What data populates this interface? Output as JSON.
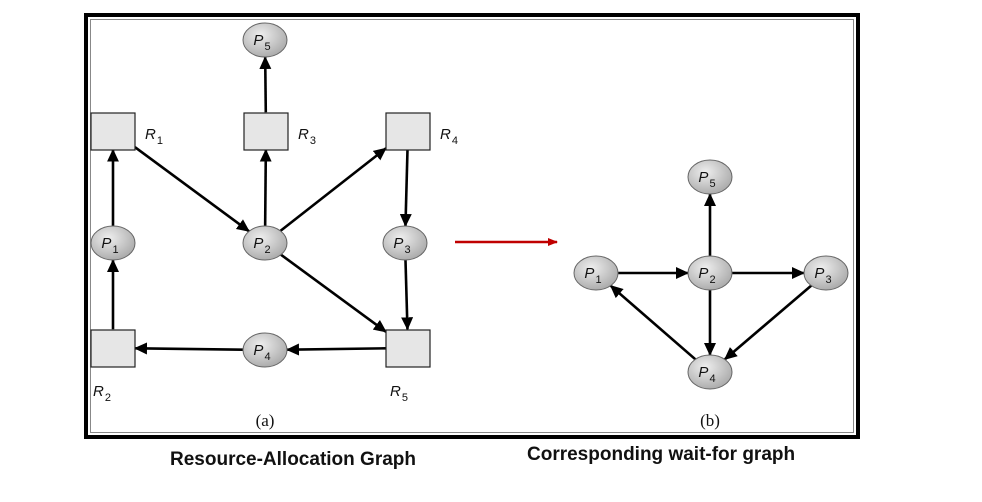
{
  "graph_a": {
    "label": "(a)",
    "caption": "Resource-Allocation Graph",
    "processes": [
      {
        "id": "P5",
        "name": "P",
        "sub": "5"
      },
      {
        "id": "P1",
        "name": "P",
        "sub": "1"
      },
      {
        "id": "P2",
        "name": "P",
        "sub": "2"
      },
      {
        "id": "P3",
        "name": "P",
        "sub": "3"
      },
      {
        "id": "P4",
        "name": "P",
        "sub": "4"
      }
    ],
    "resources": [
      {
        "id": "R1",
        "name": "R",
        "sub": "1"
      },
      {
        "id": "R3",
        "name": "R",
        "sub": "3"
      },
      {
        "id": "R4",
        "name": "R",
        "sub": "4"
      },
      {
        "id": "R2",
        "name": "R",
        "sub": "2"
      },
      {
        "id": "R5",
        "name": "R",
        "sub": "5"
      }
    ],
    "edges": [
      {
        "from": "R3",
        "to": "P5"
      },
      {
        "from": "P1",
        "to": "R1"
      },
      {
        "from": "R1",
        "to": "P2"
      },
      {
        "from": "P2",
        "to": "R3"
      },
      {
        "from": "P2",
        "to": "R4"
      },
      {
        "from": "R4",
        "to": "P3"
      },
      {
        "from": "R2",
        "to": "P1"
      },
      {
        "from": "P2",
        "to": "R5"
      },
      {
        "from": "P3",
        "to": "R5"
      },
      {
        "from": "R5",
        "to": "P4"
      },
      {
        "from": "P4",
        "to": "R2"
      }
    ]
  },
  "transform_arrow": {
    "color": "#c00000"
  },
  "graph_b": {
    "label": "(b)",
    "caption": "Corresponding wait-for graph",
    "processes": [
      {
        "id": "P5",
        "name": "P",
        "sub": "5"
      },
      {
        "id": "P1",
        "name": "P",
        "sub": "1"
      },
      {
        "id": "P2",
        "name": "P",
        "sub": "2"
      },
      {
        "id": "P3",
        "name": "P",
        "sub": "3"
      },
      {
        "id": "P4",
        "name": "P",
        "sub": "4"
      }
    ],
    "edges": [
      {
        "from": "P2",
        "to": "P5"
      },
      {
        "from": "P1",
        "to": "P2"
      },
      {
        "from": "P2",
        "to": "P3"
      },
      {
        "from": "P2",
        "to": "P4"
      },
      {
        "from": "P3",
        "to": "P4"
      },
      {
        "from": "P4",
        "to": "P1"
      }
    ]
  },
  "colors": {
    "process_fill": "#c8c8c8",
    "resource_fill": "#e6e6e6",
    "edge": "#000000"
  }
}
